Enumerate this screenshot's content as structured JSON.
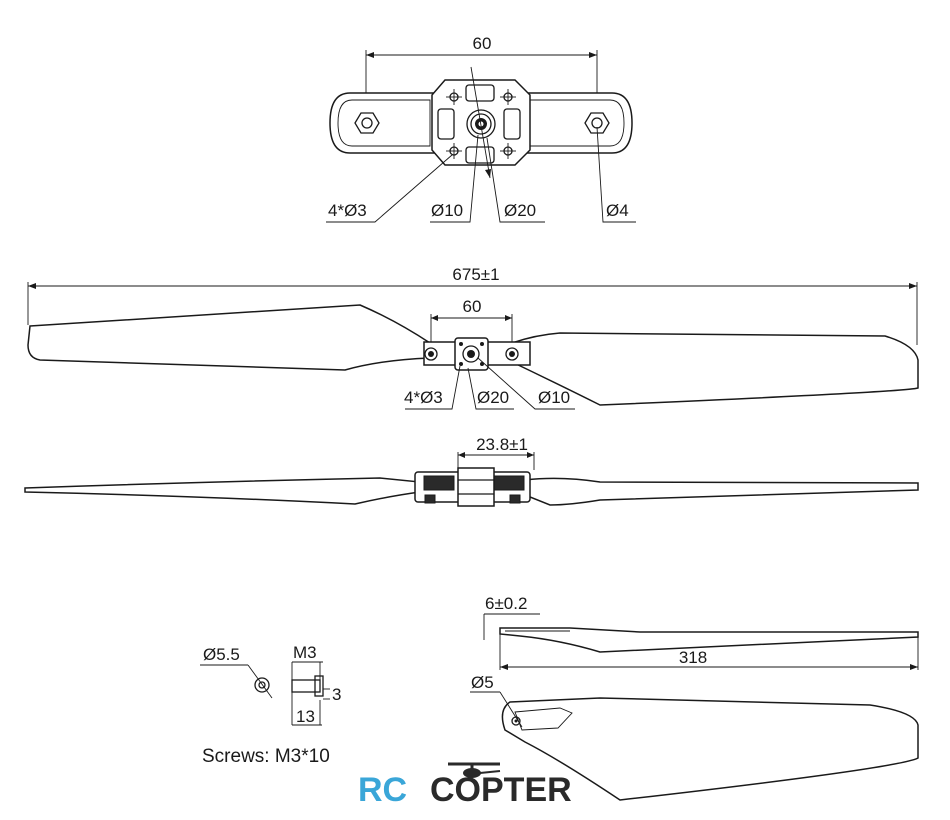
{
  "top_view": {
    "width_label": "60",
    "holes_label": "4*Ø3",
    "center_bore_label": "Ø10",
    "hub_label": "Ø20",
    "mount_hole_label": "Ø4"
  },
  "plan_view": {
    "length_label": "675±1",
    "spacing_label": "60",
    "holes_label": "4*Ø3",
    "hub_label": "Ø20",
    "bore_label": "Ø10"
  },
  "side_view": {
    "thickness_label": "23.8±1"
  },
  "blade_view": {
    "root_label": "6±0.2",
    "length_label": "318",
    "pivot_hole_label": "Ø5"
  },
  "screw": {
    "head_label": "Ø5.5",
    "thread_label": "M3",
    "head_height_label": "3",
    "length_label": "13",
    "caption": "Screws: M3*10"
  },
  "logo": {
    "left": "RC",
    "right": "COPTER",
    "left_color": "#3aa6d8",
    "right_color": "#2a2a2a"
  }
}
